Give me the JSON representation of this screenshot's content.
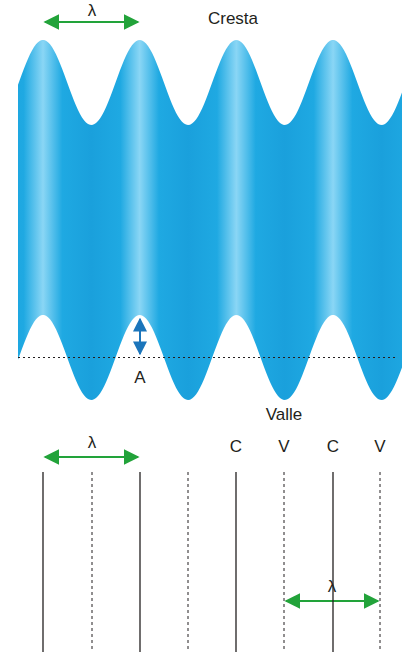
{
  "diagram": {
    "labels": [
      "λ",
      "Cresta",
      "A",
      "Valle",
      "λ",
      "C",
      "V",
      "C",
      "V",
      "λ"
    ]
  }
}
